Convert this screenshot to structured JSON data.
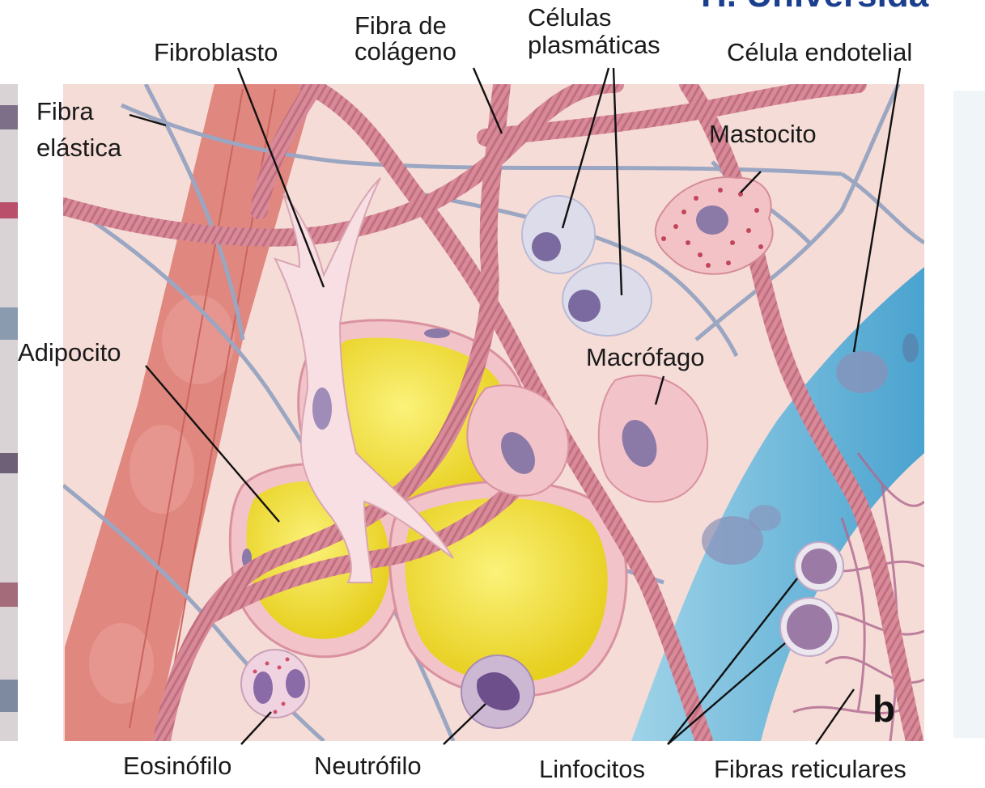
{
  "header_partial_text": "H. Universida",
  "labels": {
    "fibroblasto": "Fibroblasto",
    "fibra_colageno_1": "Fibra de",
    "fibra_colageno_2": "colágeno",
    "celulas_plasmaticas_1": "Células",
    "celulas_plasmaticas_2": "plasmáticas",
    "celula_endotelial": "Célula endotelial",
    "fibra_elastica_1": "Fibra",
    "fibra_elastica_2": "elástica",
    "mastocito": "Mastocito",
    "adipocito": "Adipocito",
    "macrofago": "Macrófago",
    "eosinofilo": "Eosinófilo",
    "neutrofilo": "Neutrófilo",
    "linfocitos": "Linfocitos",
    "fibras_reticulares": "Fibras reticulares",
    "panel_letter": "b"
  },
  "colors": {
    "background": "#f5dcd6",
    "collagen": "#d98a99",
    "elastic": "#aab4cc",
    "adipocyte": "#f2e03a",
    "vessel": "#7cc1dc",
    "artery": "#e0877f",
    "header": "#1b3f8f"
  }
}
